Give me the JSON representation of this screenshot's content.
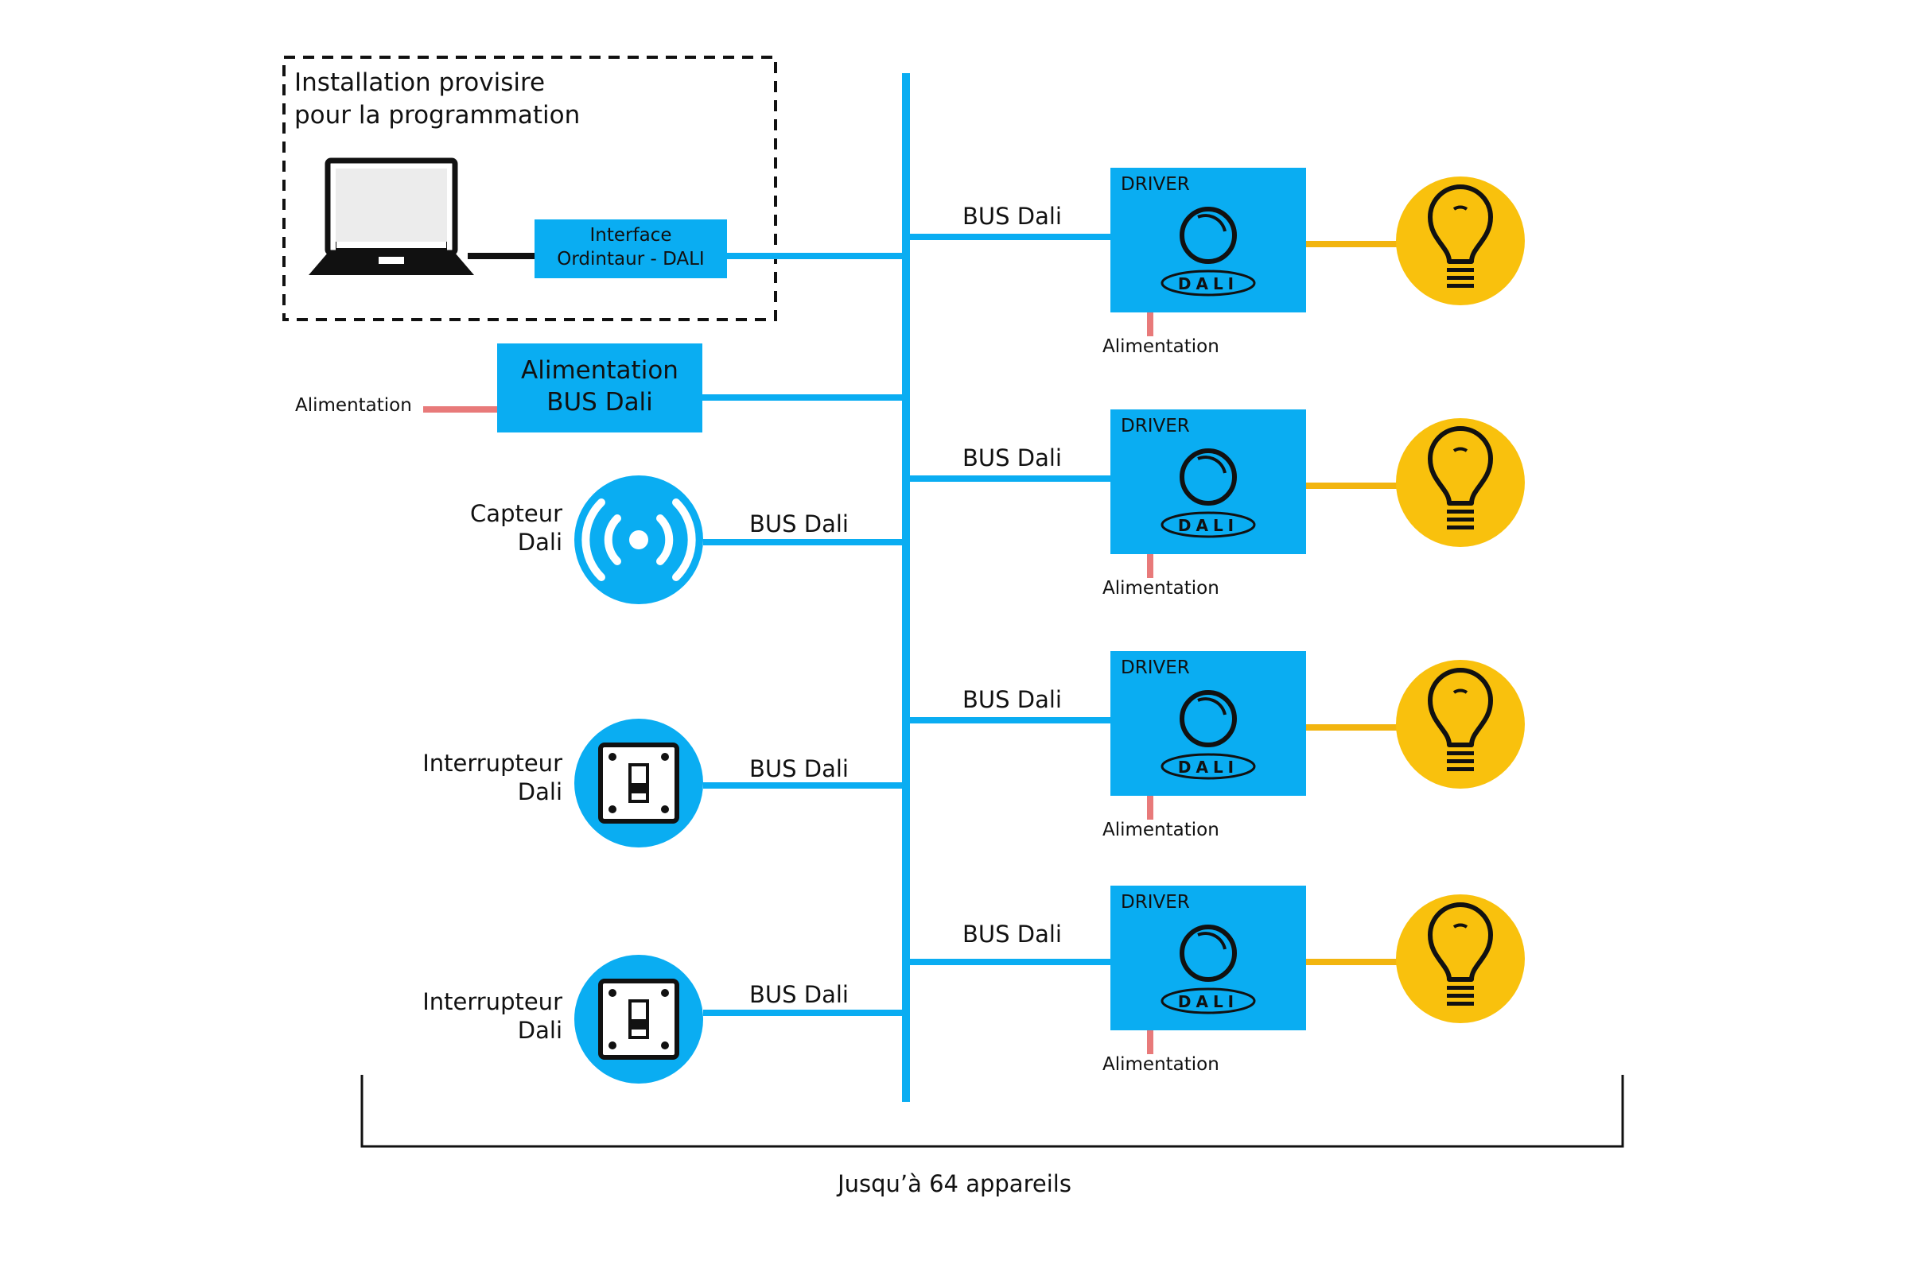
{
  "programming": {
    "title_line1": "Installation provisire",
    "title_line2": "pour la programmation",
    "interface_line1": "Interface",
    "interface_line2": "Ordintaur - DALI"
  },
  "power_supply": {
    "line1": "Alimentation",
    "line2": "BUS Dali",
    "input_label": "Alimentation"
  },
  "left_devices": [
    {
      "line1": "Capteur",
      "line2": "Dali",
      "bus_label": "BUS Dali",
      "icon": "sensor-wireless-icon"
    },
    {
      "line1": "Interrupteur",
      "line2": "Dali",
      "bus_label": "BUS Dali",
      "icon": "switch-icon"
    },
    {
      "line1": "Interrupteur",
      "line2": "Dali",
      "bus_label": "BUS Dali",
      "icon": "switch-icon"
    }
  ],
  "drivers": [
    {
      "title": "DRIVER",
      "logo": "DALI",
      "bus_label": "BUS Dali",
      "power_label": "Alimentation",
      "icon": "light-bulb-icon"
    },
    {
      "title": "DRIVER",
      "logo": "DALI",
      "bus_label": "BUS Dali",
      "power_label": "Alimentation",
      "icon": "light-bulb-icon"
    },
    {
      "title": "DRIVER",
      "logo": "DALI",
      "bus_label": "BUS Dali",
      "power_label": "Alimentation",
      "icon": "light-bulb-icon"
    },
    {
      "title": "DRIVER",
      "logo": "DALI",
      "bus_label": "BUS Dali",
      "power_label": "Alimentation",
      "icon": "light-bulb-icon"
    }
  ],
  "footer": "Jusqu’à 64 appareils",
  "colors": {
    "bus_blue": "#0aadf2",
    "bulb_yellow": "#f9c10d",
    "power_red": "#e87a7a",
    "lamp_line": "#f2b50f"
  }
}
